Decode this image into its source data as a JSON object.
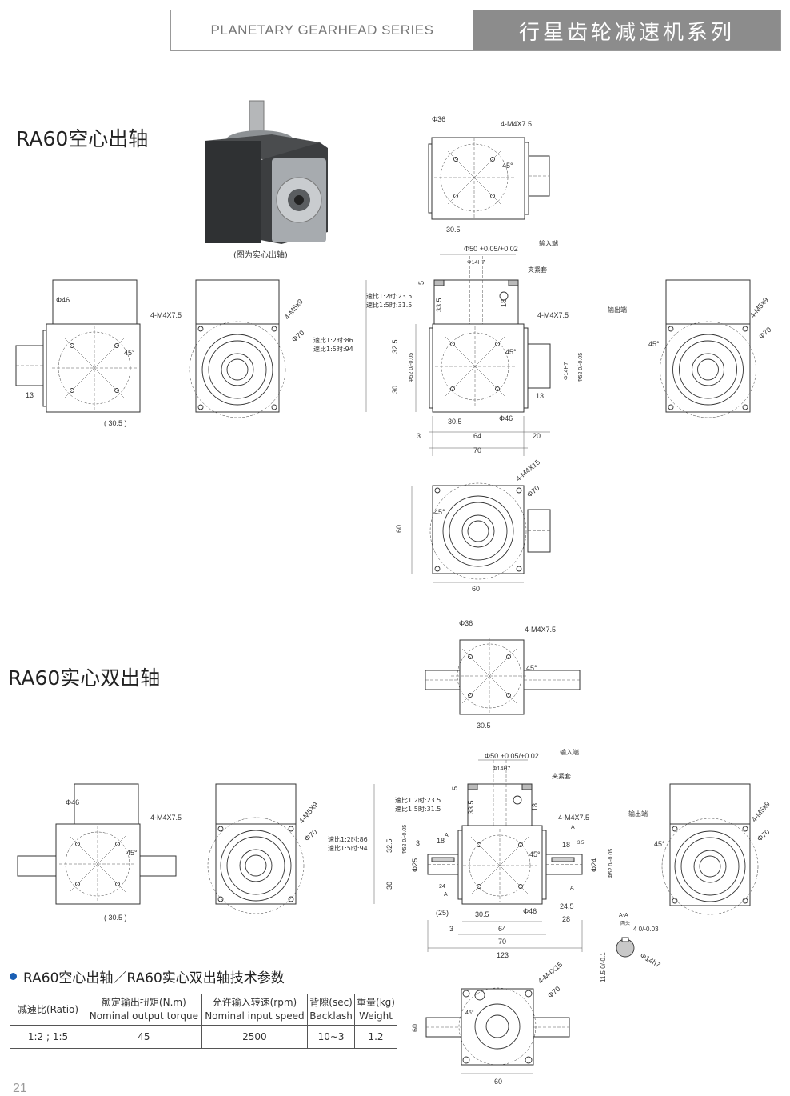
{
  "header": {
    "en": "PLANETARY GEARHEAD SERIES",
    "cn": "行星齿轮减速机系列"
  },
  "section1": {
    "title": "RA60空心出轴",
    "photo_caption": "(图为实心出轴)",
    "top": [
      "Φ36",
      "4-M4X7.5",
      "45°",
      "30.5"
    ],
    "left1": [
      "Φ46",
      "4-M4X7.5",
      "45°",
      "13",
      "( 30.5 )"
    ],
    "left2": [
      "4-M5x9",
      "Φ70"
    ],
    "center": [
      "Φ50 +0.05/+0.02",
      "Φ14H7",
      "输入端",
      "夹紧套",
      "速比1:2时:23.5",
      "速比1:5时:31.5",
      "速比1:2时:86",
      "速比1:5时:94",
      "5",
      "33.5",
      "18",
      "4-M4X7.5",
      "输出端",
      "32.5",
      "30",
      "Φ52 0/-0.05",
      "45°",
      "Φ14H7",
      "Φ52 0/-0.05",
      "13",
      "30.5",
      "Φ46",
      "3",
      "64",
      "20",
      "70"
    ],
    "right": [
      "45°",
      "4-M5x9",
      "Φ70"
    ],
    "bottom": [
      "4-M4X15",
      "Φ70",
      "45°",
      "60",
      "60"
    ]
  },
  "section2": {
    "title": "RA60实心双出轴",
    "top": [
      "Φ36",
      "4-M4X7.5",
      "45°",
      "30.5"
    ],
    "left1": [
      "Φ46",
      "4-M4X7.5",
      "45°",
      "( 30.5 )"
    ],
    "left2": [
      "4-M5X9",
      "Φ70"
    ],
    "center": [
      "Φ50 +0.05/+0.02",
      "Φ14H7",
      "输入端",
      "夹紧套",
      "速比1:2时:23.5",
      "速比1:5时:31.5",
      "速比1:2时:86",
      "速比1:5时:94",
      "5",
      "33.5",
      "18",
      "4-M4X7.5",
      "输出端",
      "32.5",
      "30",
      "Φ52 0/-0.05",
      "Φ25",
      "3",
      "18",
      "24",
      "18",
      "3.5",
      "Φ24",
      "Φ52 0/-0.05",
      "45°",
      "(25)",
      "30.5",
      "Φ46",
      "24.5",
      "28",
      "3",
      "64",
      "70",
      "123",
      "A",
      "A",
      "A",
      "A"
    ],
    "right": [
      "45°",
      "4-M5x9",
      "Φ70"
    ],
    "section_aa": [
      "A-A",
      "两头",
      "4 0/-0.03",
      "Φ14h7",
      "11.5 0/-0.1"
    ],
    "bottom": [
      "4-M4X15",
      "Φ70",
      "45°",
      "60",
      "60"
    ]
  },
  "spec": {
    "title": "RA60空心出轴／RA60实心双出轴技术参数",
    "headers": [
      {
        "cn": "减速比(Ratio)",
        "en": ""
      },
      {
        "cn": "额定输出扭矩(N.m)",
        "en": "Nominal output torque"
      },
      {
        "cn": "允许输入转速(rpm)",
        "en": "Nominal input speed"
      },
      {
        "cn": "背隙(sec)",
        "en": "Backlash"
      },
      {
        "cn": "重量(kg)",
        "en": "Weight"
      }
    ],
    "row": [
      "1:2 ; 1:5",
      "45",
      "2500",
      "10~3",
      "1.2"
    ]
  },
  "page_number": "21",
  "colors": {
    "header_bg": "#8c8c8c",
    "bullet": "#1a5fb4",
    "housing": "#3a3c3e",
    "flange": "#b8bcc0"
  }
}
